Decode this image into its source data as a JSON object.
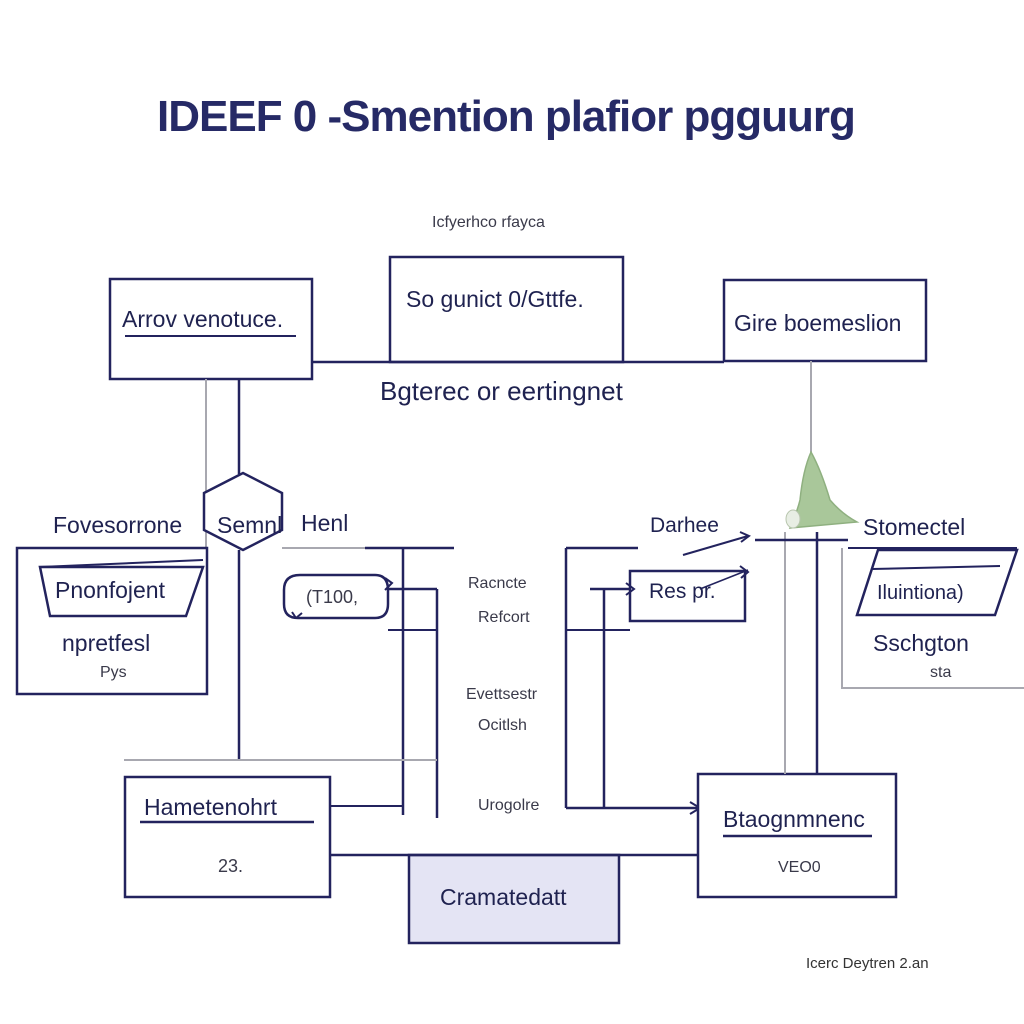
{
  "title": "IDEEF 0 -Smention plafior pgguurg",
  "top_label": "Icfyerhco rfayca",
  "boxes": {
    "top_left": {
      "text": "Arrov venotuce."
    },
    "top_center": {
      "text": "So gunict 0/Gttfe."
    },
    "top_right": {
      "text": "Gire boemeslion"
    },
    "bottom_left": {
      "title": "Hametenohrt",
      "value": "23."
    },
    "bottom_center": {
      "text": "Cramatedatt"
    },
    "bottom_right": {
      "title": "Btaognmnenc",
      "value": "VEO0"
    }
  },
  "center_label": "Bgterec or eertingnet",
  "left_panel": {
    "outer_label": "Fovesorrone",
    "parallelogram": "Pnonfojent",
    "name": "npretfesl",
    "sub": "Pys"
  },
  "hexagon": "Semnl",
  "hexagon_right": "Henl",
  "left_arrow_box": "(T100,",
  "mid_labels": [
    "Racncte",
    "Refcort",
    "Evettsestr",
    "Ocitlsh",
    "Urogolre"
  ],
  "right_mid": {
    "label": "Darhee",
    "arrow_box": "Res pr."
  },
  "right_panel": {
    "outer_label": "Stomectel",
    "parallelogram": "Iluintiona)",
    "name": "Sschgton",
    "sub": "sta"
  },
  "footer": "Icerc Deytren 2.an",
  "colors": {
    "line": "#23235e",
    "grey_line": "#a8a8b0",
    "bottom_center_fill": "#e4e4f4",
    "bell": "#a9c79a"
  }
}
